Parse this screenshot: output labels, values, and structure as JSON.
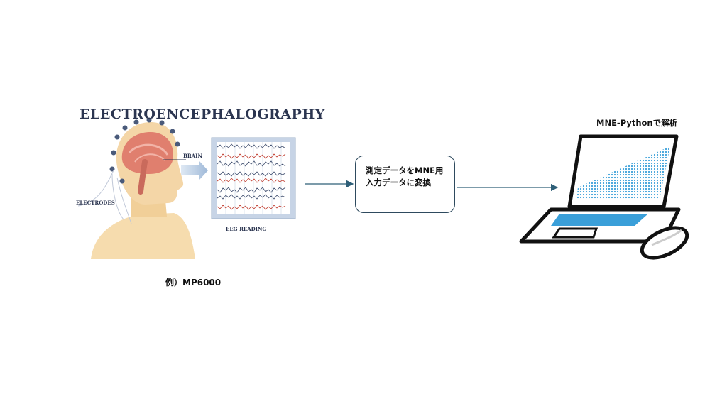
{
  "illustration": {
    "title": "ELECTROENCEPHALOGRAPHY",
    "brain_label": "BRAIN",
    "electrodes_label": "ELECTRODES",
    "reading_label": "EEG READING"
  },
  "caption": "例）MP6000",
  "process_box": {
    "line1": "測定データをMNE用",
    "line2": "入力データに変換"
  },
  "pc_label": "MNE-Pythonで解析",
  "colors": {
    "arrow": "#2e5f78",
    "skin": "#f4d6a7",
    "brain": "#e07f6e",
    "screen": "#3a9fd9",
    "dark": "#2b3550"
  }
}
